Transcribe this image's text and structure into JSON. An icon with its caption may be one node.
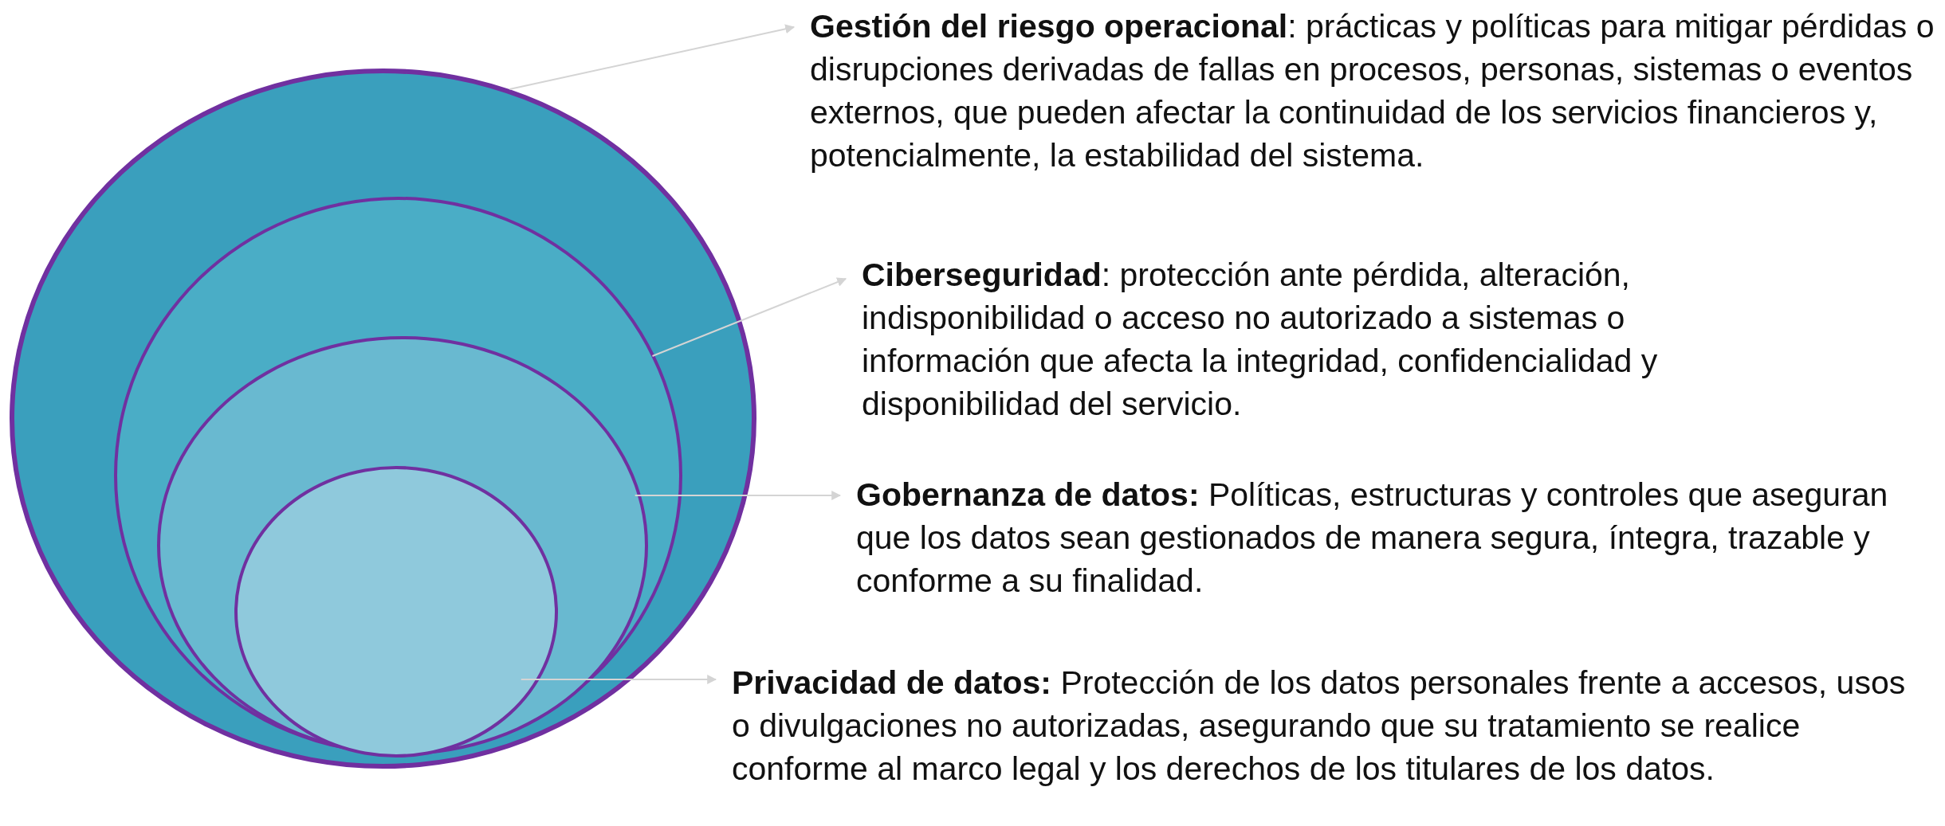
{
  "diagram": {
    "nodes": [
      {
        "text": [],
        "shape": "ellipse"
      },
      {
        "text": [],
        "shape": "ellipse",
        "in": 0
      },
      {
        "text": [],
        "shape": "ellipse",
        "in": 1
      },
      {
        "text": [],
        "shape": "ellipse",
        "in": 2
      },
      {
        "text": [
          "**Gestión del riesgo operacional**: prácticas y políticas para mitigar pérdidas o disrupciones derivadas de fallas en procesos, personas, sistemas o eventos externos, que pueden afectar la continuidad de los servicios financieros y, potencialmente, la estabilidad del sistema."
        ]
      },
      {
        "text": [
          "**Ciberseguridad**: protección ante pérdida, alteración, indisponibilidad o acceso no autorizado a sistemas o información que afecta la integridad, confidencialidad y disponibilidad del servicio."
        ]
      },
      {
        "text": [
          "**Gobernanza de datos:** Políticas, estructuras y controles que aseguran que los datos sean gestionados de manera segura, íntegra, trazable y conforme a su finalidad."
        ]
      },
      {
        "text": [
          "**Privacidad de datos:** Protección de los datos personales frente a accesos, usos o divulgaciones no autorizadas, asegurando que su tratamiento se realice conforme al marco legal y los derechos de los titulares de los datos."
        ]
      }
    ],
    "edges": [
      {
        "from": 0,
        "to": 4,
        "arrow": "to"
      },
      {
        "from": 1,
        "to": 5,
        "arrow": "to"
      },
      {
        "from": 2,
        "to": 6,
        "arrow": "to"
      },
      {
        "from": 3,
        "to": 7,
        "arrow": "to"
      }
    ]
  }
}
